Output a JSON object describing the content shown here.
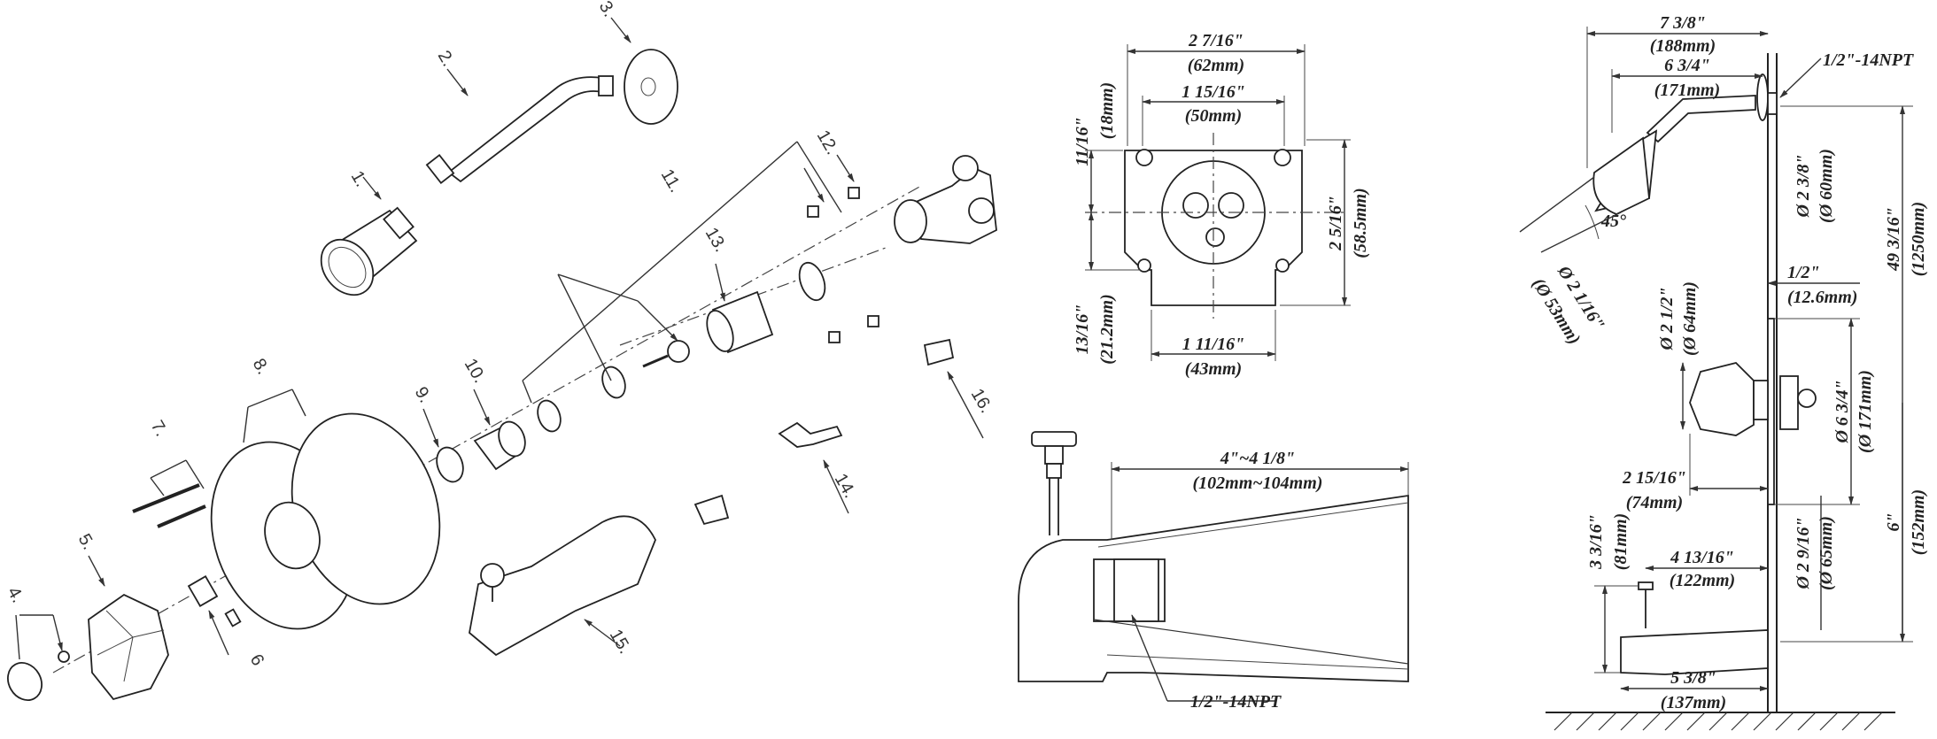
{
  "exploded_view": {
    "part_numbers": [
      "1.",
      "2.",
      "3.",
      "4.",
      "5.",
      "6",
      "7.",
      "8.",
      "9.",
      "10.",
      "11.",
      "12.",
      "13.",
      "14.",
      "15.",
      "16."
    ]
  },
  "valve_body_view": {
    "width_outer": "2 7/16\"",
    "width_outer_mm": "(62mm)",
    "width_inner": "1 15/16\"",
    "width_inner_mm": "(50mm)",
    "height_top": "11/16\"",
    "height_top_mm": "(18mm)",
    "height_right": "2 5/16\"",
    "height_right_mm": "(58.5mm)",
    "height_bottom": "13/16\"",
    "height_bottom_mm": "(21.2mm)",
    "width_bottom": "1 11/16\"",
    "width_bottom_mm": "(43mm)"
  },
  "tub_spout_view": {
    "length": "4\"~4 1/8\"",
    "length_mm": "(102mm~104mm)",
    "thread": "1/2\"-14NPT"
  },
  "side_view": {
    "arm_reach": "7 3/8\"",
    "arm_reach_mm": "(188mm)",
    "arm_reach_inner": "6 3/4\"",
    "arm_reach_inner_mm": "(171mm)",
    "thread": "1/2\"-14NPT",
    "head_dia": "Ø 2 3/8\"",
    "head_dia_mm": "(Ø 60mm)",
    "angle": "45°",
    "face_dia": "Ø 2 1/16\"",
    "face_dia_mm": "(Ø 53mm)",
    "total_height": "49 3/16\"",
    "total_height_mm": "(1250mm)",
    "plate_thickness": "1/2\"",
    "plate_thickness_mm": "(12.6mm)",
    "handle_dia": "Ø 2 1/2\"",
    "handle_dia_mm": "(Ø 64mm)",
    "plate_dia": "Ø 6 3/4\"",
    "plate_dia_mm": "(Ø 171mm)",
    "handle_reach": "2 15/16\"",
    "handle_reach_mm": "(74mm)",
    "valve_to_spout": "6\"",
    "valve_to_spout_mm": "(152mm)",
    "spout_height": "3 3/16\"",
    "spout_height_mm": "(81mm)",
    "spout_reach": "4 13/16\"",
    "spout_reach_mm": "(122mm)",
    "spout_dia": "Ø 2 9/16\"",
    "spout_dia_mm": "(Ø 65mm)",
    "spout_length": "5 3/8\"",
    "spout_length_mm": "(137mm)"
  }
}
